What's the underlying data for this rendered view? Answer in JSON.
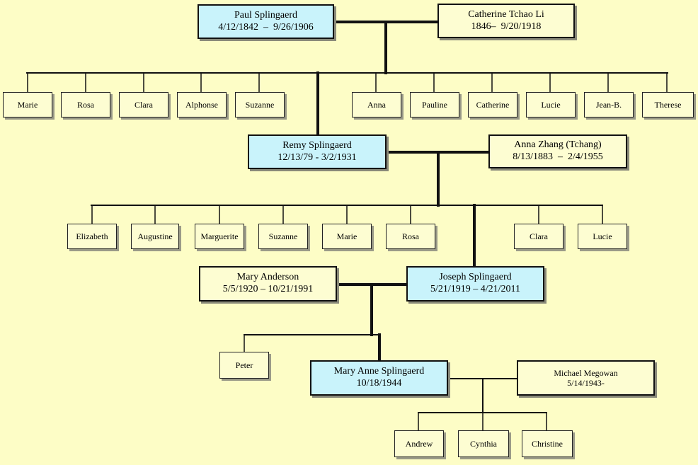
{
  "gen1": {
    "paul": {
      "name": "Paul Splingaerd",
      "dates": "4/12/1842  –  9/26/1906"
    },
    "catherine": {
      "name": "Catherine Tchao Li",
      "dates": "1846–  9/20/1918"
    },
    "children": [
      "Marie",
      "Rosa",
      "Clara",
      "Alphonse",
      "Suzanne",
      "Anna",
      "Pauline",
      "Catherine",
      "Lucie",
      "Jean-B.",
      "Therese"
    ]
  },
  "gen2": {
    "remy": {
      "name": "Remy Splingaerd",
      "dates": "12/13/79 - 3/2/1931"
    },
    "anna": {
      "name": "Anna Zhang (Tchang)",
      "dates": "8/13/1883  –  2/4/1955"
    },
    "children": [
      "Elizabeth",
      "Augustine",
      "Marguerite",
      "Suzanne",
      "Marie",
      "Rosa",
      "Clara",
      "Lucie"
    ]
  },
  "gen3": {
    "mary_anderson": {
      "name": "Mary Anderson",
      "dates": "5/5/1920 – 10/21/1991"
    },
    "joseph": {
      "name": "Joseph Splingaerd",
      "dates": "5/21/1919 – 4/21/2011"
    },
    "children": [
      "Peter"
    ]
  },
  "gen4": {
    "mary_anne": {
      "name": "Mary Anne Splingaerd",
      "dates": "10/18/1944"
    },
    "michael": {
      "name": "Michael Megowan",
      "dates": "5/14/1943-"
    },
    "children": [
      "Andrew",
      "Cynthia",
      "Christine"
    ]
  },
  "colors": {
    "background": "#fdfdc6",
    "highlight": "#c9f3fb",
    "box": "#fdfdd2"
  }
}
